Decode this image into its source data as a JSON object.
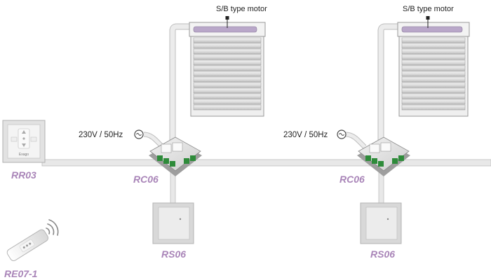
{
  "diagram": {
    "motor_label": "S/B type motor",
    "power_label": "230V / 50Hz",
    "controller_label": "RC06",
    "wall_switch_label": "RS06",
    "wireless_switch_label": "RR03",
    "remote_label": "RE07-1",
    "switch_brand": "Exago"
  },
  "colors": {
    "label": "#a985b8",
    "cable": "#e6e6e6",
    "cable_edge": "#b8b8b8",
    "terminal_green": "#2e8b3a",
    "blind_slat": "#dcdcdc",
    "motor_tube": "#b9a7c9"
  }
}
